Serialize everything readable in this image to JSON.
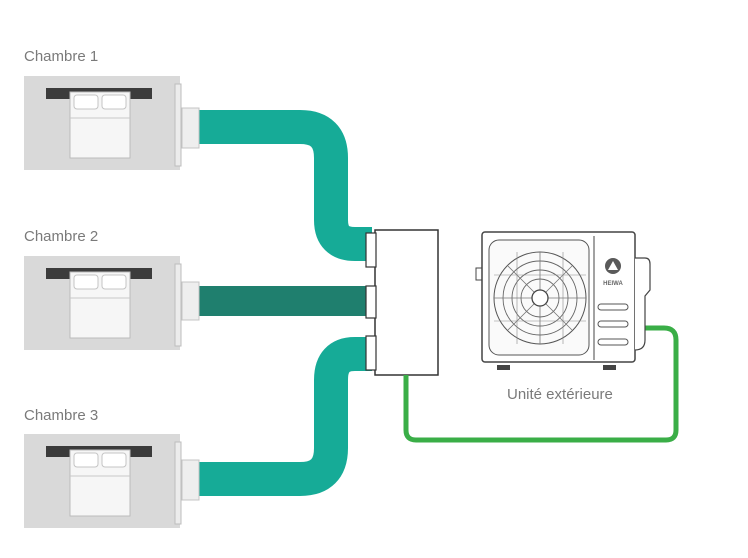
{
  "rooms": [
    {
      "label": "Chambre 1"
    },
    {
      "label": "Chambre 2"
    },
    {
      "label": "Chambre 3"
    }
  ],
  "outdoor_unit": {
    "label": "Unité extérieure",
    "brand": "HEIWA"
  },
  "colors": {
    "duct_teal": "#16ab97",
    "duct_dark": "#1f7f6e",
    "pipe_green": "#3aae47",
    "room_bg": "#d9d9d9"
  }
}
